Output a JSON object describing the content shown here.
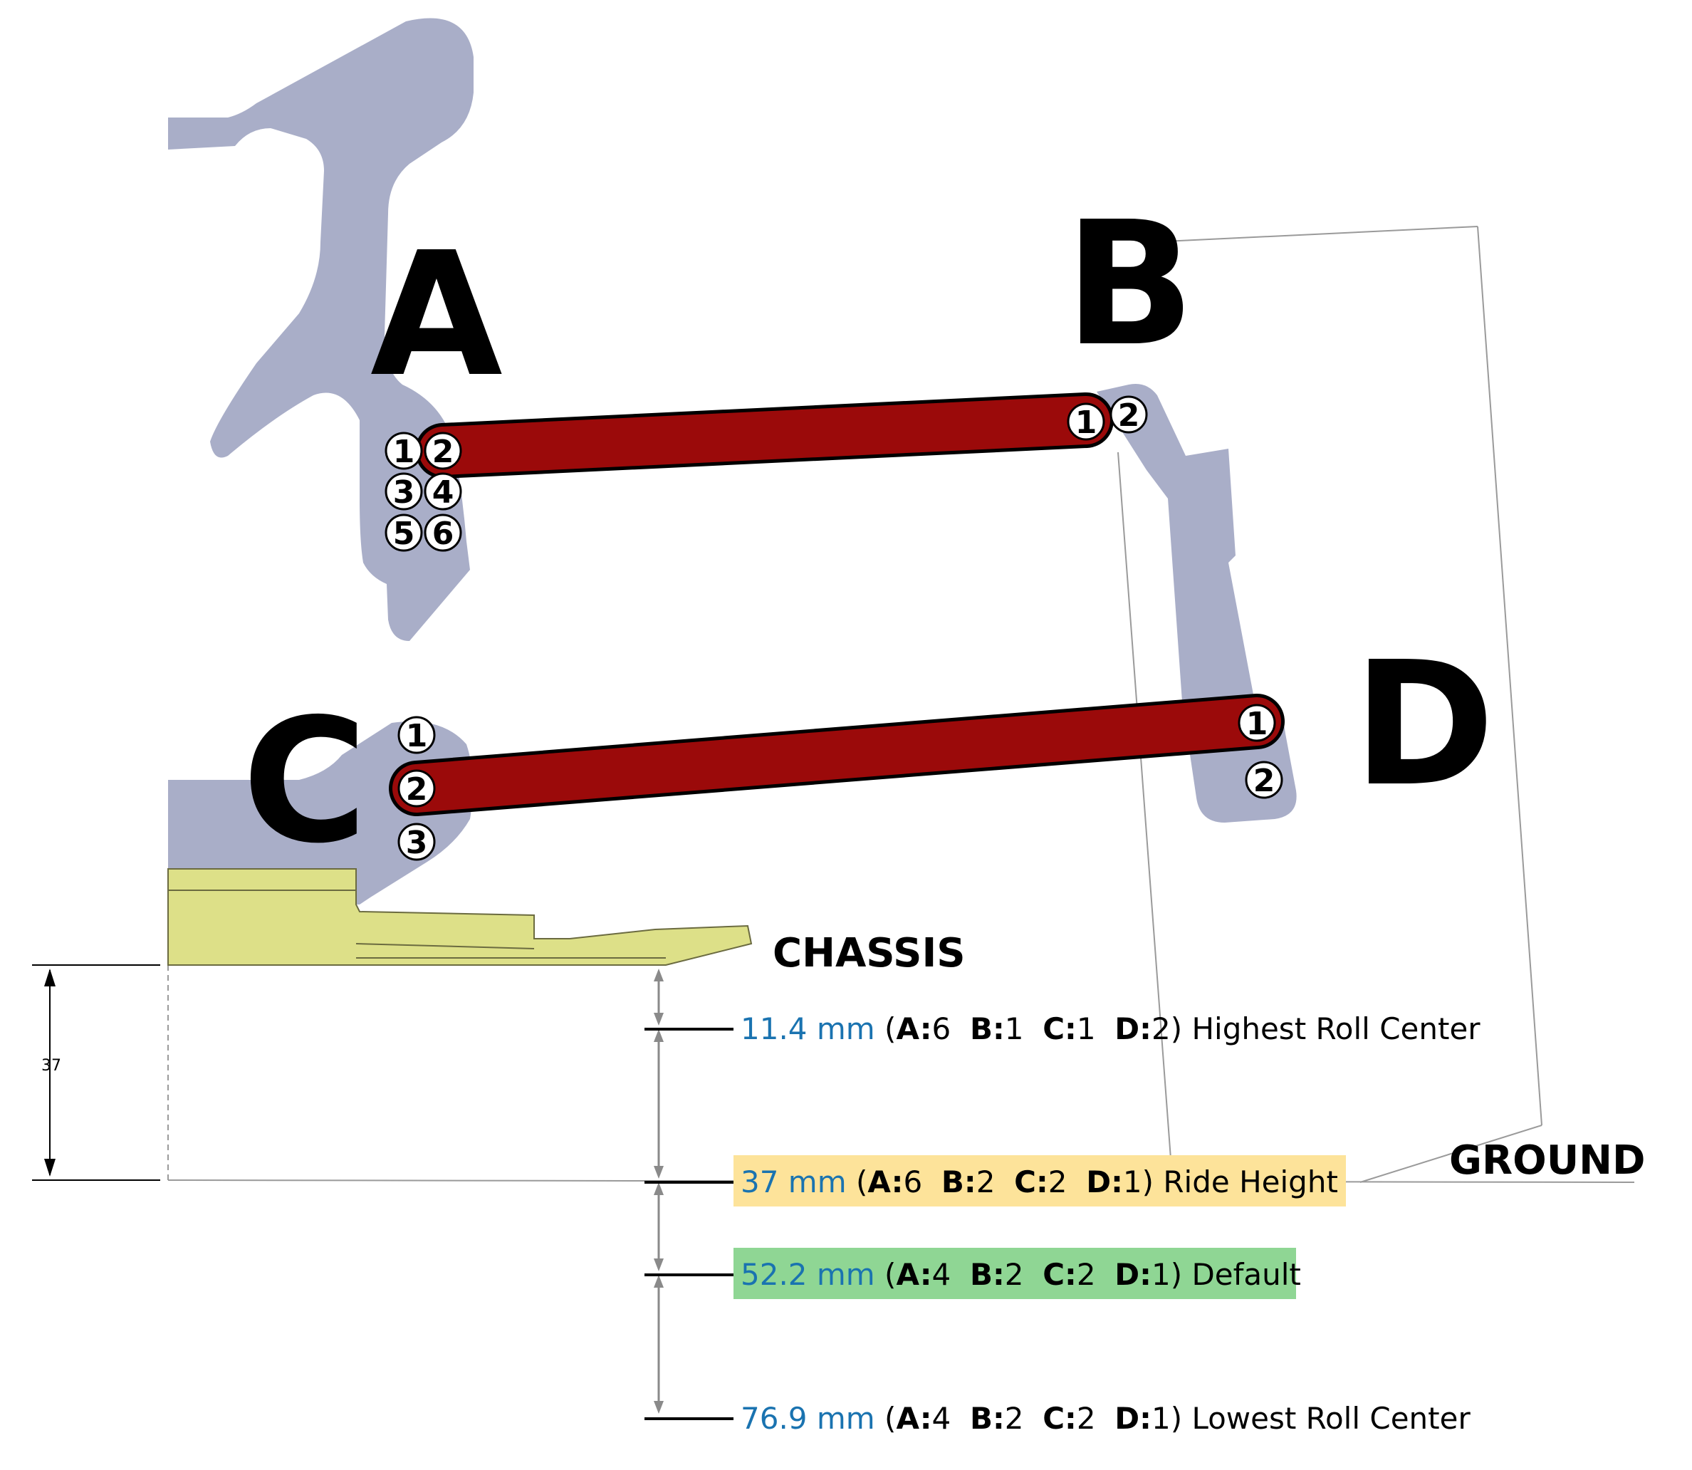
{
  "mounts": {
    "A": {
      "label": "A",
      "holes": [
        "1",
        "2",
        "3",
        "4",
        "5",
        "6"
      ]
    },
    "B": {
      "label": "B",
      "holes": [
        "1",
        "2"
      ]
    },
    "C": {
      "label": "C",
      "holes": [
        "1",
        "2",
        "3"
      ]
    },
    "D": {
      "label": "D",
      "holes": [
        "1",
        "2"
      ]
    }
  },
  "labels": {
    "chassis": "CHASSIS",
    "ground": "GROUND"
  },
  "dimension": {
    "value": "37"
  },
  "settings": [
    {
      "value": "11.4 mm",
      "a": "6",
      "b": "1",
      "c": "1",
      "d": "2",
      "desc": "Highest Roll Center",
      "highlight": ""
    },
    {
      "value": "37 mm",
      "a": "6",
      "b": "2",
      "c": "2",
      "d": "1",
      "desc": "Ride Height",
      "highlight": "#fde39a"
    },
    {
      "value": "52.2 mm",
      "a": "4",
      "b": "2",
      "c": "2",
      "d": "1",
      "desc": "Default",
      "highlight": "#8fd694"
    },
    {
      "value": "76.9 mm",
      "a": "4",
      "b": "2",
      "c": "2",
      "d": "1",
      "desc": "Lowest Roll Center",
      "highlight": ""
    }
  ],
  "colors": {
    "link": "#9b0a0a",
    "hub": "#a9aec8",
    "chassis": "#dde088",
    "value": "#1a73b0"
  }
}
